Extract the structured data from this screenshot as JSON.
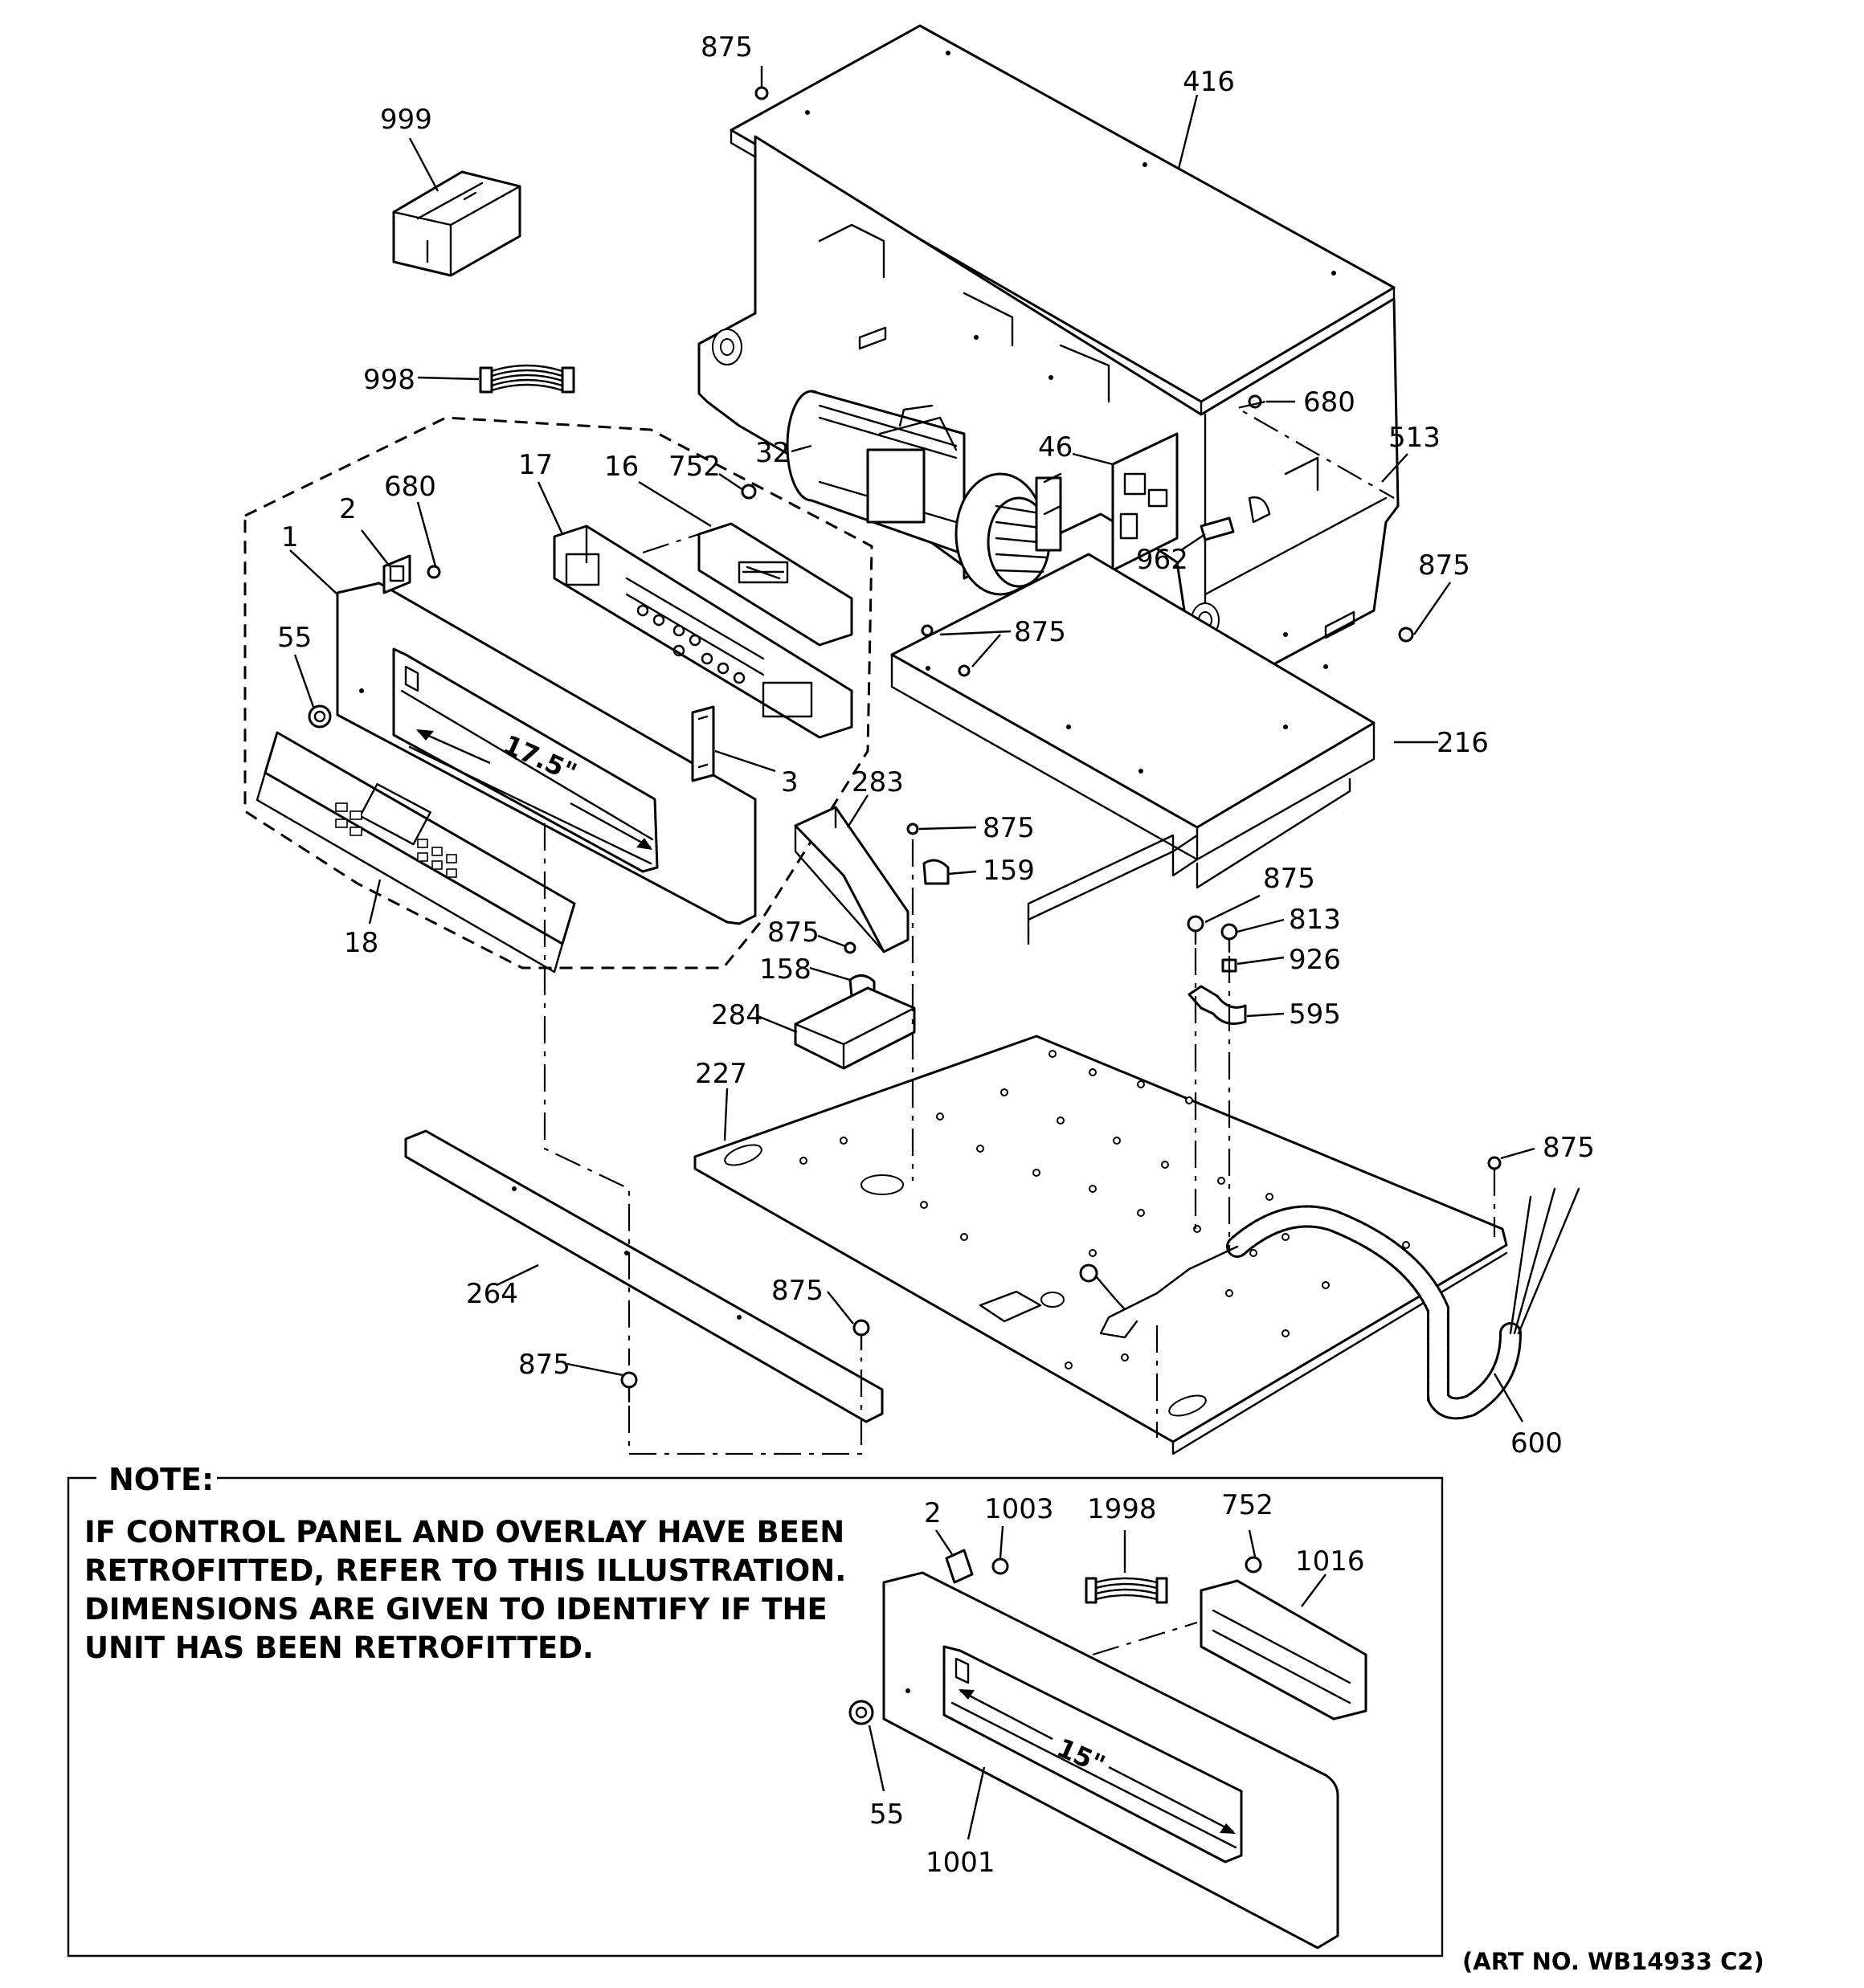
{
  "callouts": {
    "c999": "999",
    "c998": "998",
    "c875_top": "875",
    "c416": "416",
    "c680_right": "680",
    "c513": "513",
    "c32": "32",
    "c46": "46",
    "c962": "962",
    "c875_r1": "875",
    "c875_mid": "875",
    "c216": "216",
    "c1": "1",
    "c2": "2",
    "c680_left": "680",
    "c17": "17",
    "c16": "16",
    "c752": "752",
    "c55": "55",
    "c3": "3",
    "c18": "18",
    "c283": "283",
    "c875_159": "875",
    "c159": "159",
    "c875_158": "875",
    "c158": "158",
    "c284": "284",
    "c227": "227",
    "c875_813": "875",
    "c813": "813",
    "c926": "926",
    "c595": "595",
    "c875_far": "875",
    "c264": "264",
    "c875_bot1": "875",
    "c875_bot2": "875",
    "c600": "600"
  },
  "dimension_main": "17.5\"",
  "note": {
    "title": "NOTE:",
    "lines": [
      "IF CONTROL PANEL AND OVERLAY HAVE BEEN",
      "RETROFITTED, REFER TO THIS ILLUSTRATION.",
      "DIMENSIONS ARE GIVEN TO IDENTIFY IF THE",
      "UNIT HAS BEEN RETROFITTED."
    ],
    "callouts": {
      "n2": "2",
      "n1003": "1003",
      "n1998": "1998",
      "n752": "752",
      "n1016": "1016",
      "n55": "55",
      "n1001": "1001"
    },
    "dimension": "15\""
  },
  "art_no": "(ART NO. WB14933 C2)"
}
